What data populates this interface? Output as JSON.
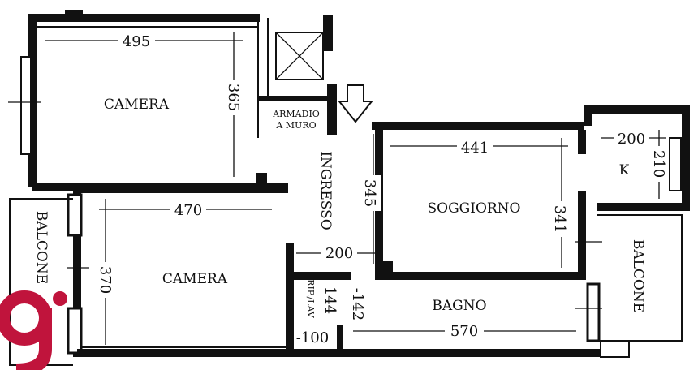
{
  "rooms": {
    "camera_top": "CAMERA",
    "camera_bottom": "CAMERA",
    "ingresso": "INGRESSO",
    "soggiorno": "SOGGIORNO",
    "kitchen": "K",
    "bagno": "BAGNO",
    "balcone_left": "BALCONE",
    "balcone_right": "BALCONE",
    "armadio_line1": "ARMADIO",
    "armadio_line2": "A MURO",
    "rip_lav": "RIP./LAV"
  },
  "dimensions": {
    "camera_top_width": "495",
    "camera_top_height": "365",
    "camera_bottom_width": "470",
    "camera_bottom_height": "370",
    "ingresso_width": "200",
    "soggiorno_left": "345",
    "soggiorno_width": "441",
    "soggiorno_height": "341",
    "kitchen_width": "200",
    "kitchen_height": "210",
    "rip_height": "144",
    "rip_width": "-100",
    "bagno_height": "-142",
    "bagno_width": "570"
  },
  "logo": {
    "letter": "g",
    "color": "#c0143c"
  },
  "entrance_icon": "arrow-down-icon"
}
